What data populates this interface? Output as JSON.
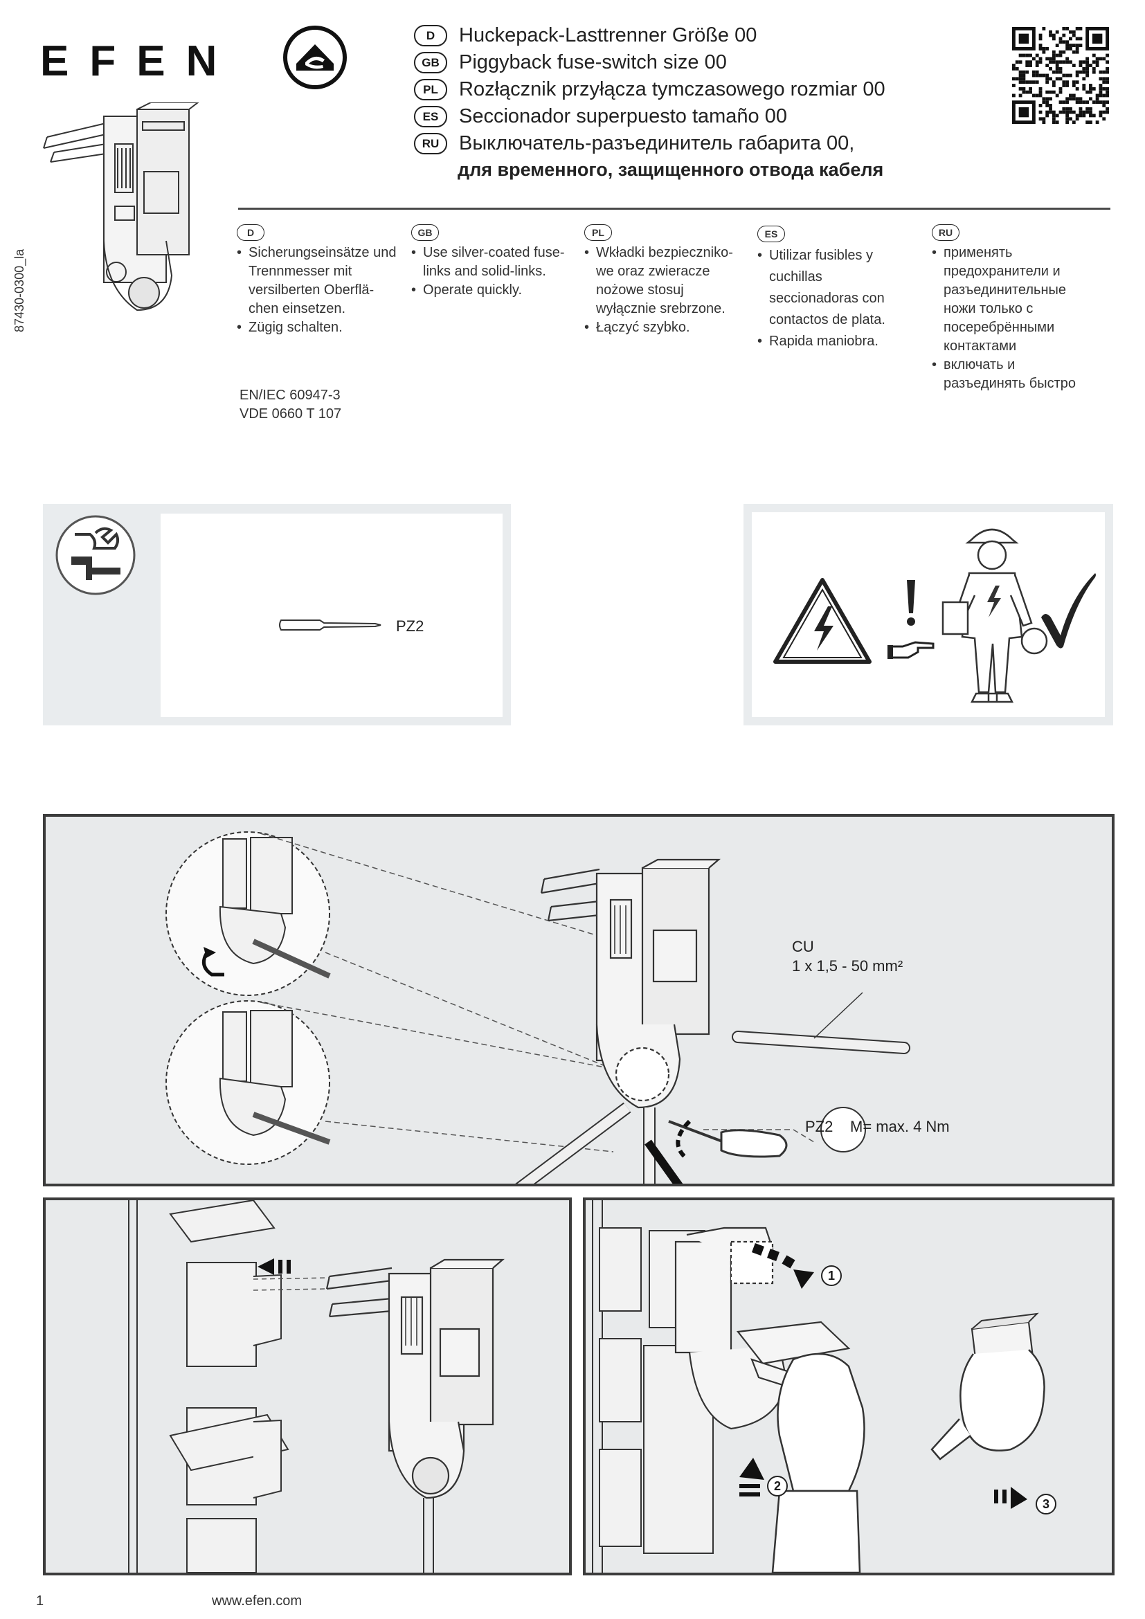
{
  "brand": {
    "name": "EFEN"
  },
  "titles": [
    {
      "code": "D",
      "text": "Huckepack-Lasttrenner Größe 00"
    },
    {
      "code": "GB",
      "text": "Piggyback fuse-switch size 00"
    },
    {
      "code": "PL",
      "text": "Rozłącznik przyłącza tymczasowego rozmiar 00"
    },
    {
      "code": "ES",
      "text": "Seccionador superpuesto tamaño 00"
    },
    {
      "code": "RU",
      "text": "Выключатель-разъединитель габарита 00,"
    }
  ],
  "title_cont": "для временного, защищенного отвода кабеля",
  "doc_code": "87430-0300_la",
  "instructions": [
    {
      "code": "D",
      "items": [
        "Sicherungseinsätze und Trennmesser mit versilberten Oberflä-chen einsetzen.",
        "Zügig schalten."
      ]
    },
    {
      "code": "GB",
      "items": [
        "Use silver-coated fuse-links and solid-links.",
        "Operate quickly."
      ]
    },
    {
      "code": "PL",
      "items": [
        "Wkładki bezpieczniko-we oraz zwieracze nożowe stosuj wyłącznie srebrzone.",
        "Łączyć szybko."
      ]
    },
    {
      "code": "ES",
      "items": [
        "Utilizar fusibles y cuchillas seccionadoras con contactos de plata.",
        "Rapida maniobra."
      ]
    },
    {
      "code": "RU",
      "items": [
        "применять предохранители и разъединительные ножи только с посеребрёнными контактами",
        "включать и разъединять быстро"
      ]
    }
  ],
  "standards": [
    "EN/IEC 60947-3",
    "VDE 0660 T 107"
  ],
  "tool": {
    "label": "PZ2"
  },
  "step1": {
    "cable_label": "CU",
    "cable_spec": "1 x 1,5 - 50 mm²",
    "tool_label": "PZ2",
    "torque": "M= max. 4 Nm"
  },
  "step3": {
    "markers": [
      "1",
      "2",
      "3"
    ]
  },
  "footer": {
    "page": "1",
    "url": "www.efen.com"
  }
}
